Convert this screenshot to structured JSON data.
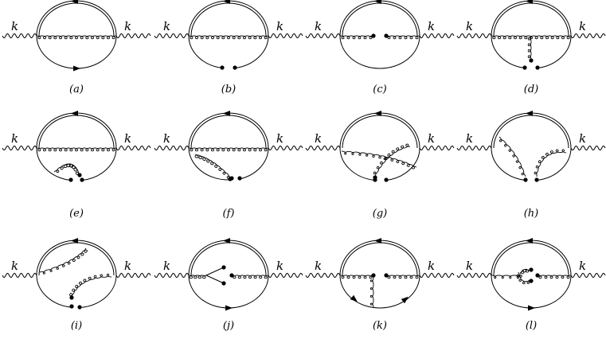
{
  "diagrams": [
    {
      "caption": "(a)",
      "momentum_left": "k",
      "momentum_right": "k"
    },
    {
      "caption": "(b)",
      "momentum_left": "k",
      "momentum_right": "k"
    },
    {
      "caption": "(c)",
      "momentum_left": "k",
      "momentum_right": "k"
    },
    {
      "caption": "(d)",
      "momentum_left": "k",
      "momentum_right": "k"
    },
    {
      "caption": "(e)",
      "momentum_left": "k",
      "momentum_right": "k"
    },
    {
      "caption": "(f)",
      "momentum_left": "k",
      "momentum_right": "k"
    },
    {
      "caption": "(g)",
      "momentum_left": "k",
      "momentum_right": "k"
    },
    {
      "caption": "(h)",
      "momentum_left": "k",
      "momentum_right": "k"
    },
    {
      "caption": "(i)",
      "momentum_left": "k",
      "momentum_right": "k"
    },
    {
      "caption": "(j)",
      "momentum_left": "k",
      "momentum_right": "k"
    },
    {
      "caption": "(k)",
      "momentum_left": "k",
      "momentum_right": "k"
    },
    {
      "caption": "(l)",
      "momentum_left": "k",
      "momentum_right": "k"
    }
  ],
  "line_color": "#000000",
  "background_color": "#ffffff"
}
